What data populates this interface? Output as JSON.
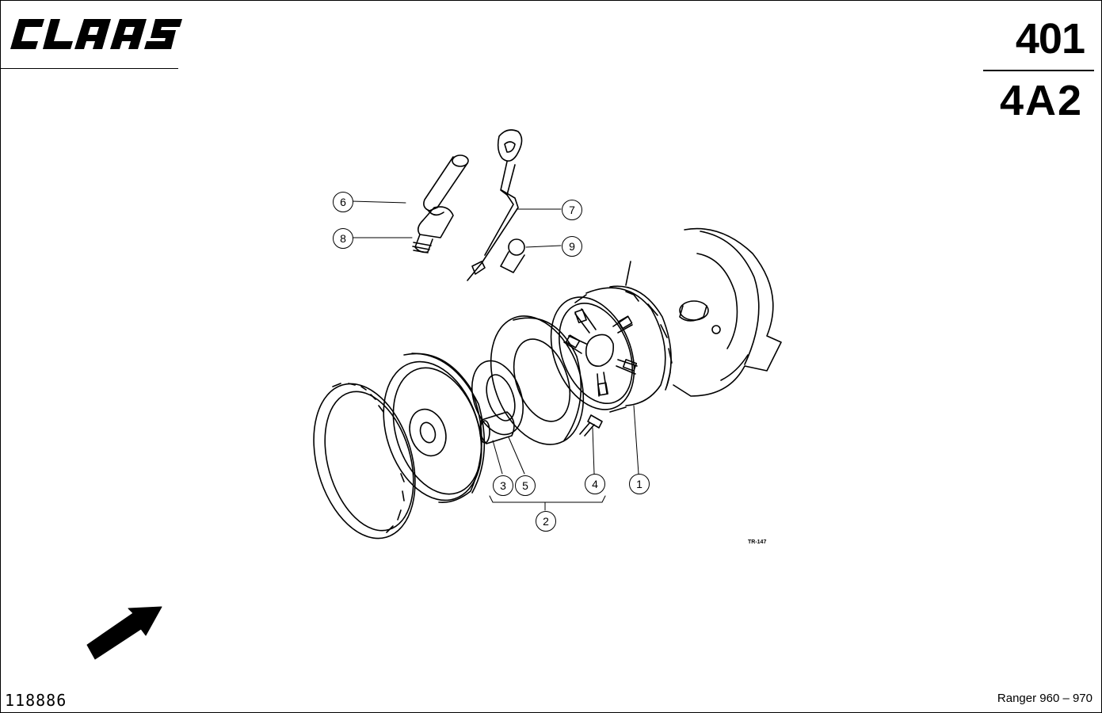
{
  "header": {
    "brand": "CLAAS",
    "page_number": "401",
    "section_code": "4A2"
  },
  "diagram": {
    "figure_code": "TR-147",
    "callouts": [
      "1",
      "2",
      "3",
      "4",
      "5",
      "6",
      "7",
      "8",
      "9"
    ]
  },
  "footer": {
    "document_number": "118886",
    "model": "Ranger 960 – 970"
  },
  "icons": {
    "direction_arrow": "arrow-up-right-icon"
  }
}
